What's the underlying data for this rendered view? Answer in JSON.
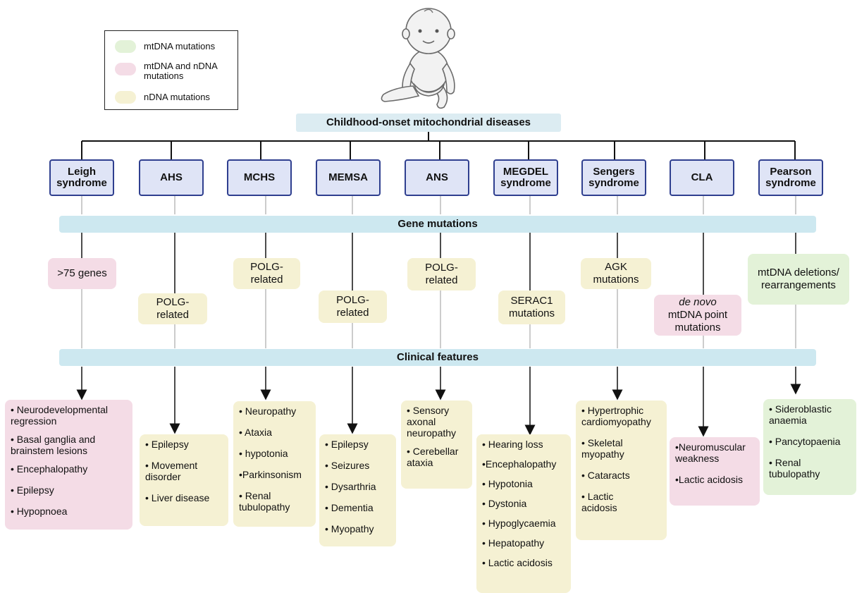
{
  "legend": {
    "items": [
      {
        "label": "mtDNA mutations",
        "color": "#e3f2d8"
      },
      {
        "label": "mtDNA and nDNA mutations",
        "color": "#f4dce6"
      },
      {
        "label": "nDNA mutations",
        "color": "#f5f1d3"
      }
    ]
  },
  "title": "Childhood-onset mitochondrial diseases",
  "bands": {
    "genes": "Gene mutations",
    "clinical": "Clinical features"
  },
  "colors": {
    "pink": "#f4dce6",
    "yellow": "#f5f1d3",
    "green": "#e3f2d8",
    "disease_fill": "#dfe4f6",
    "disease_border": "#2f3f8f",
    "band": "#cde8f0"
  },
  "diseases": [
    {
      "name": "Leigh syndrome",
      "gene": ">75 genes",
      "features": [
        "• Neurodevelopmental regression",
        "• Basal ganglia and brainstem lesions",
        "• Encephalopathy",
        "• Epilepsy",
        "• Hypopnoea"
      ]
    },
    {
      "name": "AHS",
      "gene": "POLG-related",
      "features": [
        "• Epilepsy",
        "• Movement disorder",
        "• Liver disease"
      ]
    },
    {
      "name": "MCHS",
      "gene": "POLG-related",
      "features": [
        "• Neuropathy",
        "• Ataxia",
        "• hypotonia",
        "•Parkinsonism",
        "• Renal tubulopathy"
      ]
    },
    {
      "name": "MEMSA",
      "gene": "POLG-related",
      "features": [
        "• Epilepsy",
        "• Seizures",
        "• Dysarthria",
        "• Dementia",
        "• Myopathy"
      ]
    },
    {
      "name": "ANS",
      "gene": "POLG-related",
      "features": [
        "• Sensory axonal neuropathy",
        "• Cerebellar ataxia"
      ]
    },
    {
      "name": "MEGDEL syndrome",
      "gene": "SERAC1 mutations",
      "features": [
        "• Hearing loss",
        "•Encephalopathy",
        "• Hypotonia",
        "• Dystonia",
        "• Hypoglycaemia",
        "• Hepatopathy",
        "• Lactic acidosis"
      ]
    },
    {
      "name": "Sengers syndrome",
      "gene": "AGK mutations",
      "features": [
        "• Hypertrophic cardiomyopathy",
        "• Skeletal myopathy",
        "• Cataracts",
        "• Lactic acidosis"
      ]
    },
    {
      "name": "CLA",
      "gene_italic": "de novo",
      "gene": "mtDNA point mutations",
      "features": [
        "•Neuromuscular weakness",
        "•Lactic acidosis"
      ]
    },
    {
      "name": "Pearson syndrome",
      "gene": "mtDNA deletions/ rearrangements",
      "features": [
        "• Sideroblastic anaemia",
        "• Pancytopaenia",
        "• Renal tubulopathy"
      ]
    }
  ]
}
